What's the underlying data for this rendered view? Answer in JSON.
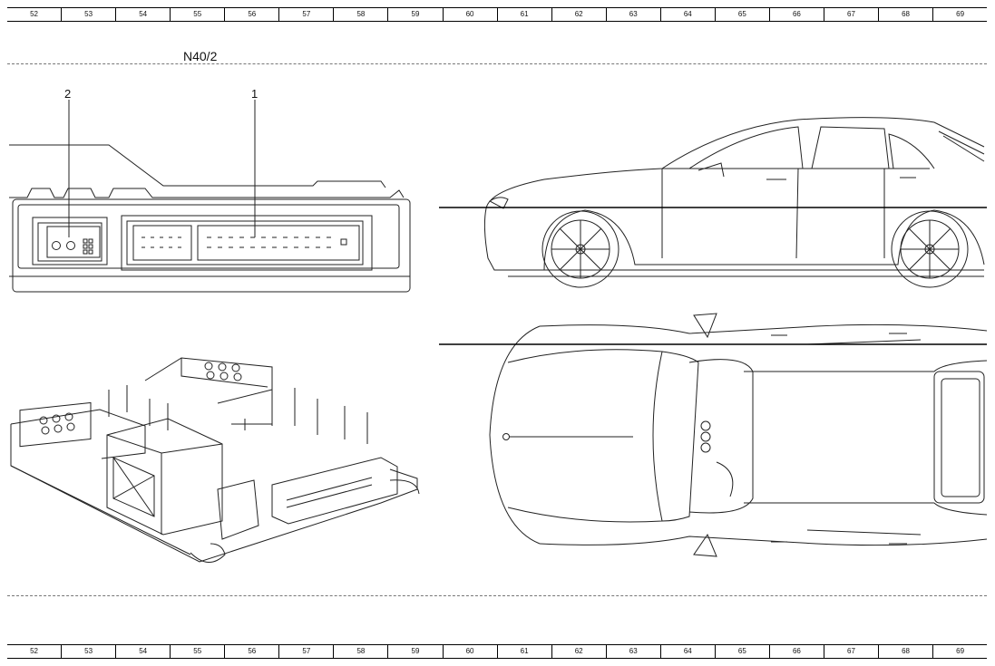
{
  "grid_ruler": {
    "columns": [
      "52",
      "53",
      "54",
      "55",
      "56",
      "57",
      "58",
      "59",
      "60",
      "61",
      "62",
      "63",
      "64",
      "65",
      "66",
      "67",
      "68",
      "69"
    ]
  },
  "component": {
    "code": "N40/2",
    "callouts": [
      "1",
      "2"
    ]
  }
}
